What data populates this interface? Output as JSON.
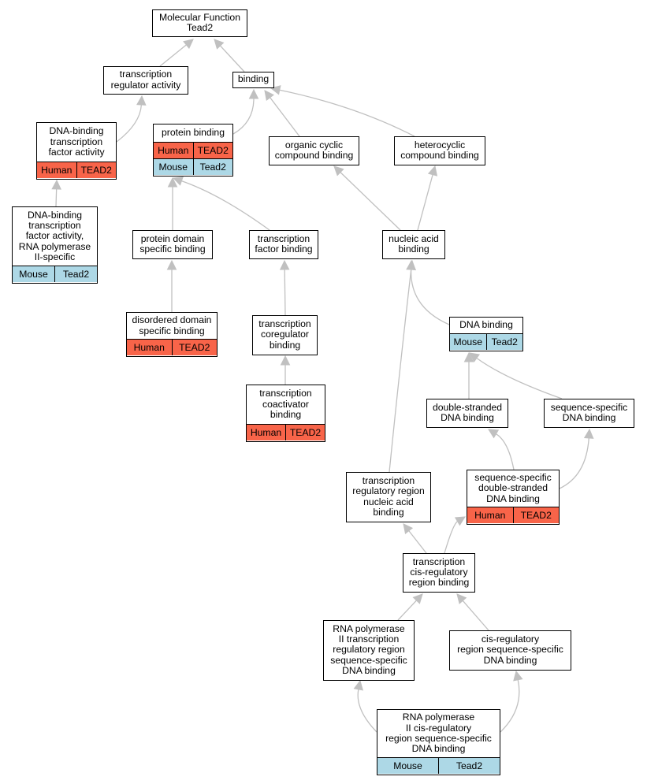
{
  "colors": {
    "human": "#f86449",
    "mouse": "#add8e6",
    "edge": "#c0c0c0"
  },
  "nodes": {
    "mf": {
      "label": "Molecular Function\nTead2"
    },
    "tra": {
      "label": "transcription\nregulator activity"
    },
    "bind": {
      "label": "binding"
    },
    "dbtfa": {
      "label": "DNA-binding\ntranscription\nfactor activity",
      "rows": [
        [
          "Human",
          "TEAD2"
        ]
      ]
    },
    "pb": {
      "label": "protein binding",
      "rows": [
        [
          "Human",
          "TEAD2"
        ],
        [
          "Mouse",
          "Tead2"
        ]
      ]
    },
    "occb": {
      "label": "organic cyclic\ncompound binding"
    },
    "hcb": {
      "label": "heterocyclic\ncompound binding"
    },
    "dbtfa2": {
      "label": "DNA-binding\ntranscription\nfactor activity,\nRNA polymerase\nII-specific",
      "rows": [
        [
          "Mouse",
          "Tead2"
        ]
      ]
    },
    "pdsb": {
      "label": "protein domain\nspecific binding"
    },
    "tfb": {
      "label": "transcription\nfactor binding"
    },
    "nab": {
      "label": "nucleic acid\nbinding"
    },
    "ddsb": {
      "label": "disordered domain\nspecific binding",
      "rows": [
        [
          "Human",
          "TEAD2"
        ]
      ]
    },
    "tcb": {
      "label": "transcription\ncoregulator\nbinding"
    },
    "dnab": {
      "label": "DNA binding",
      "rows": [
        [
          "Mouse",
          "Tead2"
        ]
      ]
    },
    "tcab": {
      "label": "transcription\ncoactivator\nbinding",
      "rows": [
        [
          "Human",
          "TEAD2"
        ]
      ]
    },
    "dsdb": {
      "label": "double-stranded\nDNA binding"
    },
    "ssdb": {
      "label": "sequence-specific\nDNA binding"
    },
    "trrnab": {
      "label": "transcription\nregulatory region\nnucleic acid\nbinding"
    },
    "ssdsdb": {
      "label": "sequence-specific\ndouble-stranded\nDNA binding",
      "rows": [
        [
          "Human",
          "TEAD2"
        ]
      ]
    },
    "tcrrb": {
      "label": "transcription\ncis-regulatory\nregion binding"
    },
    "rnap2": {
      "label": "RNA polymerase\nII transcription\nregulatory region\nsequence-specific\nDNA binding"
    },
    "crrssdb": {
      "label": "cis-regulatory\nregion sequence-specific\nDNA binding"
    },
    "rnap2cis": {
      "label": "RNA polymerase\nII cis-regulatory\nregion sequence-specific\nDNA binding",
      "rows": [
        [
          "Mouse",
          "Tead2"
        ]
      ]
    }
  },
  "edges": [
    [
      "tra",
      "mf"
    ],
    [
      "bind",
      "mf"
    ],
    [
      "dbtfa",
      "tra"
    ],
    [
      "pb",
      "bind"
    ],
    [
      "occb",
      "bind"
    ],
    [
      "hcb",
      "bind"
    ],
    [
      "dbtfa2",
      "dbtfa"
    ],
    [
      "pdsb",
      "pb"
    ],
    [
      "tfb",
      "pb"
    ],
    [
      "nab",
      "occb"
    ],
    [
      "nab",
      "hcb"
    ],
    [
      "ddsb",
      "pdsb"
    ],
    [
      "tcb",
      "tfb"
    ],
    [
      "tcab",
      "tcb"
    ],
    [
      "dnab",
      "nab"
    ],
    [
      "trrnab",
      "nab"
    ],
    [
      "dsdb",
      "dnab"
    ],
    [
      "ssdb",
      "dnab"
    ],
    [
      "ssdsdb",
      "dsdb"
    ],
    [
      "ssdsdb",
      "ssdb"
    ],
    [
      "tcrrb",
      "trrnab"
    ],
    [
      "tcrrb",
      "ssdsdb"
    ],
    [
      "rnap2",
      "tcrrb"
    ],
    [
      "crrssdb",
      "tcrrb"
    ],
    [
      "rnap2cis",
      "rnap2"
    ],
    [
      "rnap2cis",
      "crrssdb"
    ]
  ]
}
